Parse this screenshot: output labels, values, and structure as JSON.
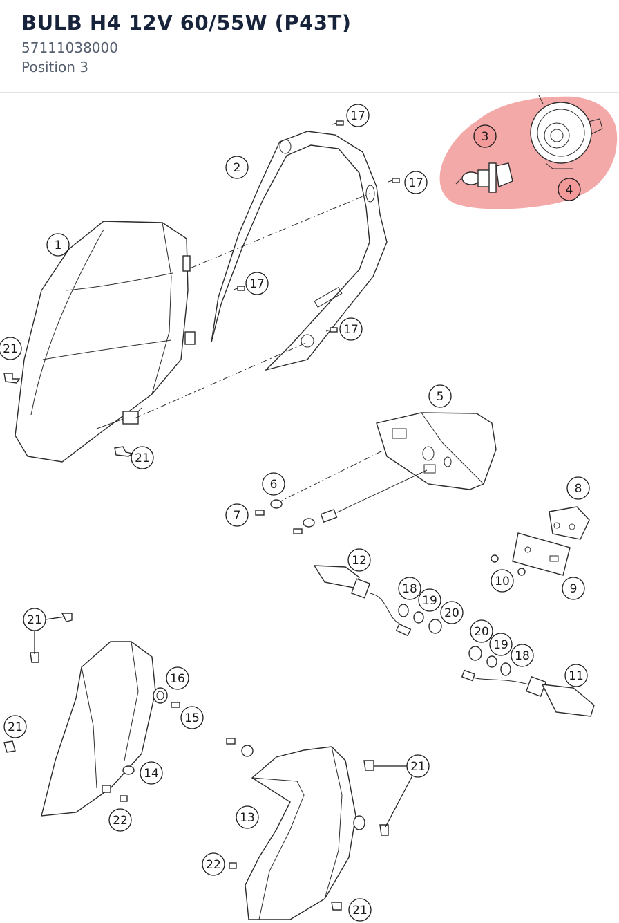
{
  "header": {
    "title": "BULB H4 12V 60/55W (P43T)",
    "part_number": "57111038000",
    "position": "Position 3"
  },
  "colors": {
    "highlight": "#f08c8c",
    "text_dark": "#17233a",
    "text_muted": "#555f6d"
  },
  "callouts": [
    "1",
    "2",
    "3",
    "4",
    "5",
    "6",
    "7",
    "8",
    "9",
    "10",
    "11",
    "12",
    "13",
    "14",
    "15",
    "16",
    "17",
    "18",
    "19",
    "20",
    "21",
    "22"
  ],
  "labels": [
    {
      "id": "17a",
      "text": "17"
    },
    {
      "id": "2",
      "text": "2"
    },
    {
      "id": "17b",
      "text": "17"
    },
    {
      "id": "3",
      "text": "3"
    },
    {
      "id": "4",
      "text": "4"
    },
    {
      "id": "1",
      "text": "1"
    },
    {
      "id": "17c",
      "text": "17"
    },
    {
      "id": "17d",
      "text": "17"
    },
    {
      "id": "21a",
      "text": "21"
    },
    {
      "id": "21b",
      "text": "21"
    },
    {
      "id": "5",
      "text": "5"
    },
    {
      "id": "6",
      "text": "6"
    },
    {
      "id": "7",
      "text": "7"
    },
    {
      "id": "8",
      "text": "8"
    },
    {
      "id": "12",
      "text": "12"
    },
    {
      "id": "10",
      "text": "10"
    },
    {
      "id": "9",
      "text": "9"
    },
    {
      "id": "18a",
      "text": "18"
    },
    {
      "id": "19a",
      "text": "19"
    },
    {
      "id": "20a",
      "text": "20"
    },
    {
      "id": "21c",
      "text": "21"
    },
    {
      "id": "20b",
      "text": "20"
    },
    {
      "id": "19b",
      "text": "19"
    },
    {
      "id": "18b",
      "text": "18"
    },
    {
      "id": "16",
      "text": "16"
    },
    {
      "id": "11",
      "text": "11"
    },
    {
      "id": "21d",
      "text": "21"
    },
    {
      "id": "15",
      "text": "15"
    },
    {
      "id": "14",
      "text": "14"
    },
    {
      "id": "21e",
      "text": "21"
    },
    {
      "id": "22a",
      "text": "22"
    },
    {
      "id": "13",
      "text": "13"
    },
    {
      "id": "22b",
      "text": "22"
    },
    {
      "id": "21f",
      "text": "21"
    }
  ]
}
